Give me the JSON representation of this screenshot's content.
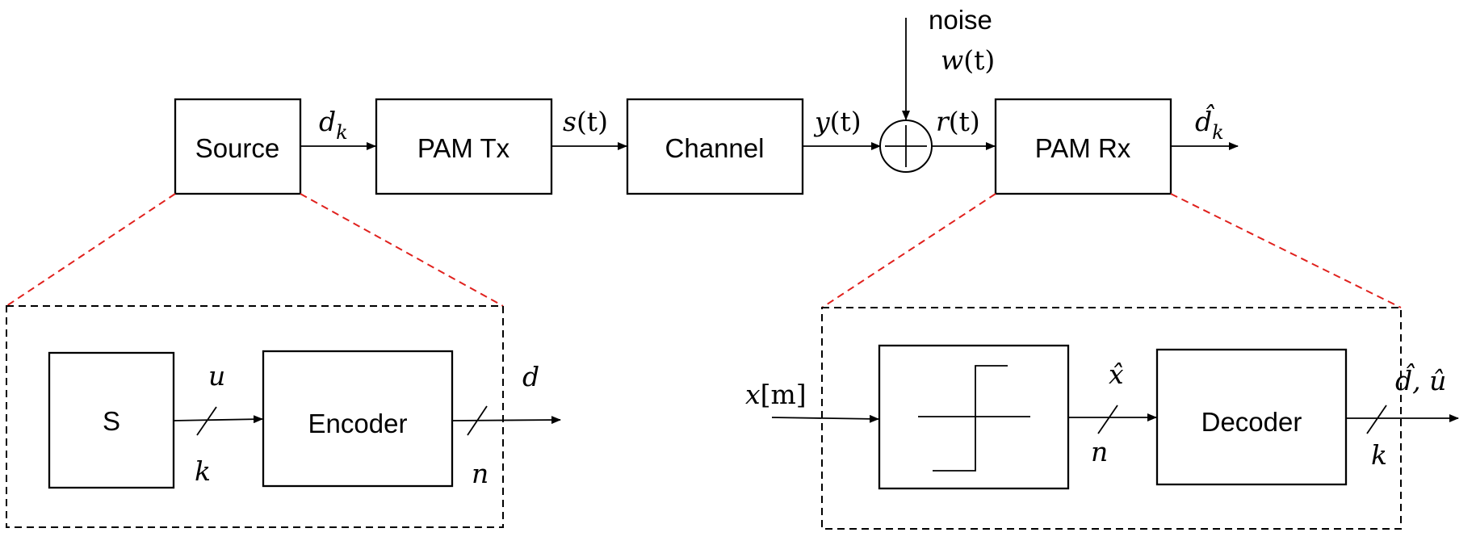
{
  "top_chain": {
    "source_label": "Source",
    "pam_tx_label": "PAM Tx",
    "channel_label": "Channel",
    "pam_rx_label": "PAM Rx",
    "noise_label": "noise",
    "noise_signal": {
      "symbol": "w",
      "arg": "(t)"
    },
    "signals": {
      "d_k": {
        "symbol": "d",
        "sub": "k"
      },
      "s_t": {
        "symbol": "s",
        "arg": "(t)"
      },
      "y_t": {
        "symbol": "y",
        "arg": "(t)"
      },
      "r_t": {
        "symbol": "r",
        "arg": "(t)"
      },
      "dhat_k": {
        "symbol": "d̂",
        "sub": "k"
      }
    }
  },
  "encoder_detail": {
    "s_block_label": "S",
    "encoder_label": "Encoder",
    "u_label": "u",
    "k_label": "k",
    "d_label": "d",
    "n_label": "n"
  },
  "decoder_detail": {
    "input_symbol": "x",
    "input_index": "[m]",
    "xhat_label": "x̂",
    "n_label": "n",
    "decoder_label": "Decoder",
    "output_label": "d̂, û",
    "k_label": "k"
  },
  "colors": {
    "zoom_lines": "#e0211d",
    "lines": "#000000"
  }
}
